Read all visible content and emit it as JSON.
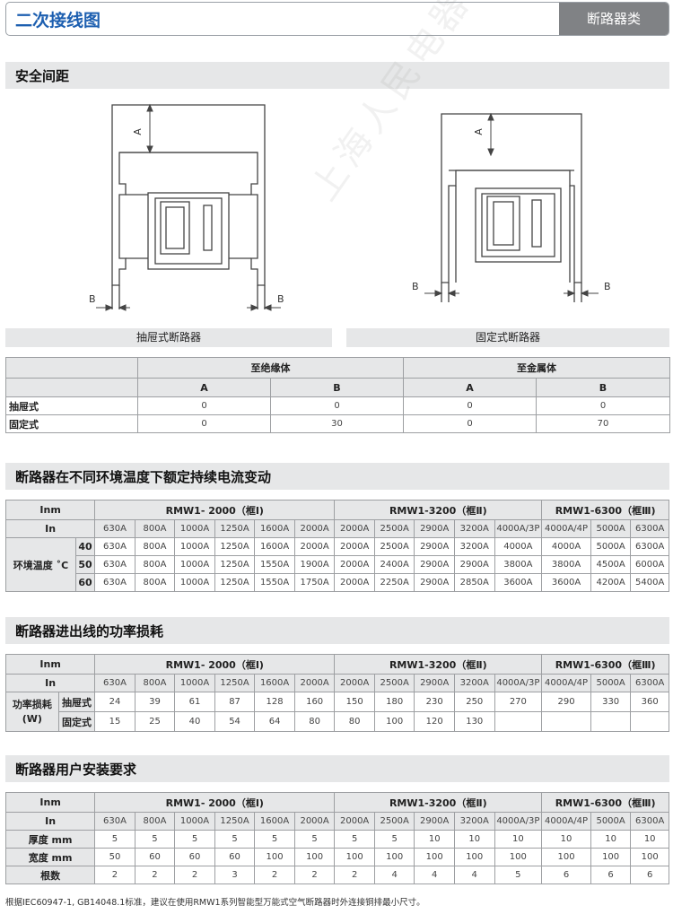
{
  "header": {
    "title": "二次接线图",
    "category": "断路器类"
  },
  "sections": {
    "spacing": "安全间距",
    "derating": "断路器在不同环境温度下额定持续电流变动",
    "power_loss": "断路器进出线的功率损耗",
    "installation": "断路器用户安装要求"
  },
  "diagrams": {
    "drawout": {
      "caption": "抽屉式断路器",
      "labels": [
        "A",
        "B",
        "B"
      ]
    },
    "fixed": {
      "caption": "固定式断路器",
      "labels": [
        "A",
        "B",
        "B"
      ]
    }
  },
  "clearance_table": {
    "groups": [
      "至绝缘体",
      "至金属体"
    ],
    "cols": [
      "A",
      "B",
      "A",
      "B"
    ],
    "rows": [
      {
        "label": "抽屉式",
        "values": [
          "0",
          "0",
          "0",
          "0"
        ]
      },
      {
        "label": "固定式",
        "values": [
          "0",
          "30",
          "0",
          "70"
        ]
      }
    ]
  },
  "common": {
    "inm": "Inm",
    "in": "In",
    "frame1": "RMW1- 2000（框Ⅰ)",
    "frame2": "RMW1-3200（框Ⅱ)",
    "frame3": "RMW1-6300（框Ⅲ)",
    "in_values": [
      "630A",
      "800A",
      "1000A",
      "1250A",
      "1600A",
      "2000A",
      "2000A",
      "2500A",
      "2900A",
      "3200A",
      "4000A/3P",
      "4000A/4P",
      "5000A",
      "6300A"
    ]
  },
  "derating_table": {
    "row_label": "环境温度 ˚C",
    "rows": [
      {
        "temp": "40",
        "values": [
          "630A",
          "800A",
          "1000A",
          "1250A",
          "1600A",
          "2000A",
          "2000A",
          "2500A",
          "2900A",
          "3200A",
          "4000A",
          "4000A",
          "5000A",
          "6300A"
        ]
      },
      {
        "temp": "50",
        "values": [
          "630A",
          "800A",
          "1000A",
          "1250A",
          "1550A",
          "1900A",
          "2000A",
          "2400A",
          "2900A",
          "2900A",
          "3800A",
          "3800A",
          "4500A",
          "6000A"
        ]
      },
      {
        "temp": "60",
        "values": [
          "630A",
          "800A",
          "1000A",
          "1250A",
          "1550A",
          "1750A",
          "2000A",
          "2250A",
          "2900A",
          "2850A",
          "3600A",
          "3600A",
          "4200A",
          "5400A"
        ]
      }
    ]
  },
  "power_loss_table": {
    "row_label_1": "功率损耗",
    "row_label_2": "(W)",
    "rows": [
      {
        "label": "抽屉式",
        "values": [
          "24",
          "39",
          "61",
          "87",
          "128",
          "160",
          "150",
          "180",
          "230",
          "250",
          "270",
          "290",
          "330",
          "360"
        ]
      },
      {
        "label": "固定式",
        "values": [
          "15",
          "25",
          "40",
          "54",
          "64",
          "80",
          "80",
          "100",
          "120",
          "130",
          "",
          "",
          "",
          ""
        ]
      }
    ]
  },
  "installation_table": {
    "rows": [
      {
        "label": "厚度",
        "unit": "mm",
        "values": [
          "5",
          "5",
          "5",
          "5",
          "5",
          "5",
          "5",
          "5",
          "10",
          "10",
          "10",
          "10",
          "10",
          "10"
        ]
      },
      {
        "label": "宽度",
        "unit": "mm",
        "values": [
          "50",
          "60",
          "60",
          "60",
          "100",
          "100",
          "100",
          "100",
          "100",
          "100",
          "100",
          "100",
          "100",
          "100"
        ]
      },
      {
        "label": "根数",
        "unit": "",
        "values": [
          "2",
          "2",
          "2",
          "3",
          "2",
          "2",
          "2",
          "4",
          "4",
          "4",
          "5",
          "6",
          "6",
          "6"
        ]
      }
    ]
  },
  "note": "根据IEC60947-1, GB14048.1标准，建议在使用RMW1系列智能型万能式空气断路器时外连接铜排最小尺寸。",
  "watermark": "上海人民电器有限公司"
}
